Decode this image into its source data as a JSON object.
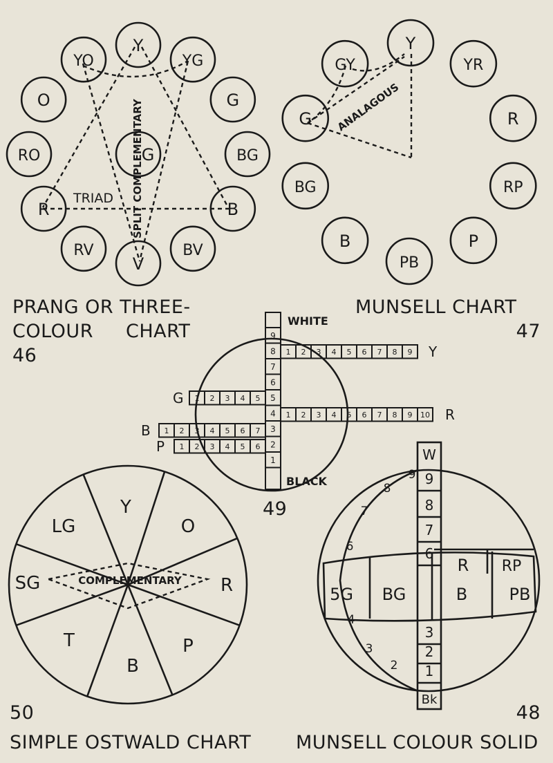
{
  "prang": {
    "circles": [
      "Y",
      "YG",
      "G",
      "BG",
      "B",
      "BV",
      "V",
      "RV",
      "R",
      "RO",
      "O",
      "YO"
    ],
    "center": "G",
    "triad": "TRIAD",
    "split": "SPLIT COMPLEMENTARY",
    "caption1": "PRANG OR THREE-",
    "caption2a": "COLOUR",
    "caption2b": "CHART",
    "number": "46"
  },
  "munsell": {
    "circles": [
      "Y",
      "YR",
      "R",
      "RP",
      "P",
      "PB",
      "B",
      "BG",
      "G",
      "GY"
    ],
    "analagous": "ANALAGOUS",
    "caption": "MUNSELL  CHART",
    "number": "47"
  },
  "oswaldgrid": {
    "white": "WHITE",
    "black": "BLACK",
    "number": "49",
    "vertical": [
      "9",
      "8",
      "7",
      "6",
      "5",
      "4",
      "3",
      "2",
      "1"
    ],
    "y_row": [
      "1",
      "2",
      "3",
      "4",
      "5",
      "6",
      "7",
      "8",
      "9"
    ],
    "y_label": "Y",
    "r_row": [
      "1",
      "2",
      "3",
      "4",
      "5",
      "6",
      "7",
      "8",
      "9",
      "10"
    ],
    "r_label": "R",
    "g_row": [
      "5",
      "4",
      "3",
      "2",
      "1"
    ],
    "g_label": "G",
    "b_row": [
      "7",
      "6",
      "5",
      "4",
      "3",
      "2",
      "1"
    ],
    "b_label": "B",
    "p_row": [
      "6",
      "5",
      "4",
      "3",
      "2",
      "1"
    ],
    "p_label": "P"
  },
  "ostwald": {
    "segments": [
      "Y",
      "O",
      "R",
      "P",
      "B",
      "T",
      "SG",
      "LG"
    ],
    "complementary": "COMPLEMENTARY",
    "number": "50",
    "caption": "SIMPLE OSTWALD CHART"
  },
  "solid": {
    "column": [
      "W",
      "9",
      "8",
      "7",
      "6",
      "3",
      "2",
      "1",
      "Bk"
    ],
    "band": [
      "5G",
      "BG",
      "B",
      "PB"
    ],
    "upper": [
      "R",
      "RP"
    ],
    "left_scale": [
      "9",
      "8",
      "7",
      "6",
      "4",
      "3",
      "2"
    ],
    "number": "48",
    "caption": "MUNSELL COLOUR  SOLID"
  }
}
